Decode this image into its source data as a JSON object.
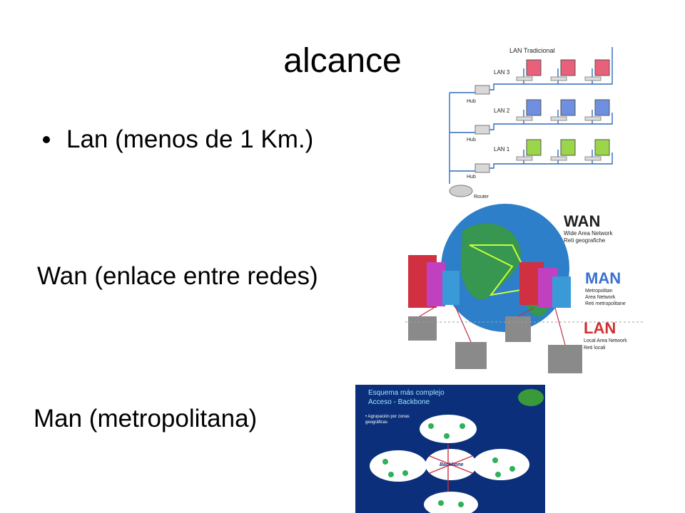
{
  "slide": {
    "title": "alcance",
    "bullet": "Lan (menos de 1 Km.)",
    "wan_label": "Wan (enlace entre redes)",
    "man_label": "Man (metropolitana)"
  },
  "lan_figure": {
    "heading": "LAN Tradicional",
    "lan3": "LAN 3",
    "lan2": "LAN 2",
    "lan1": "LAN 1",
    "hub": "Hub",
    "router": "Router",
    "colors": {
      "lan3": "#e8607a",
      "lan2": "#6f8fe0",
      "lan1": "#9ad54a"
    }
  },
  "wan_figure": {
    "wan_title": "WAN",
    "wan_sub1": "Wide Area Network",
    "wan_sub2": "Reti geografiche",
    "man_title": "MAN",
    "man_sub1": "Metropolitan",
    "man_sub2": "Area Network",
    "man_sub3": "Reti metropolitane",
    "lan_title": "LAN",
    "lan_sub1": "Local Area Network",
    "lan_sub2": "Reti locali"
  },
  "man_figure": {
    "title1": "Esquema más complejo",
    "title2": "Acceso - Backbone",
    "note1": "• Agrupación por zonas",
    "note2": "geográficas",
    "backbone": "Backbone"
  }
}
